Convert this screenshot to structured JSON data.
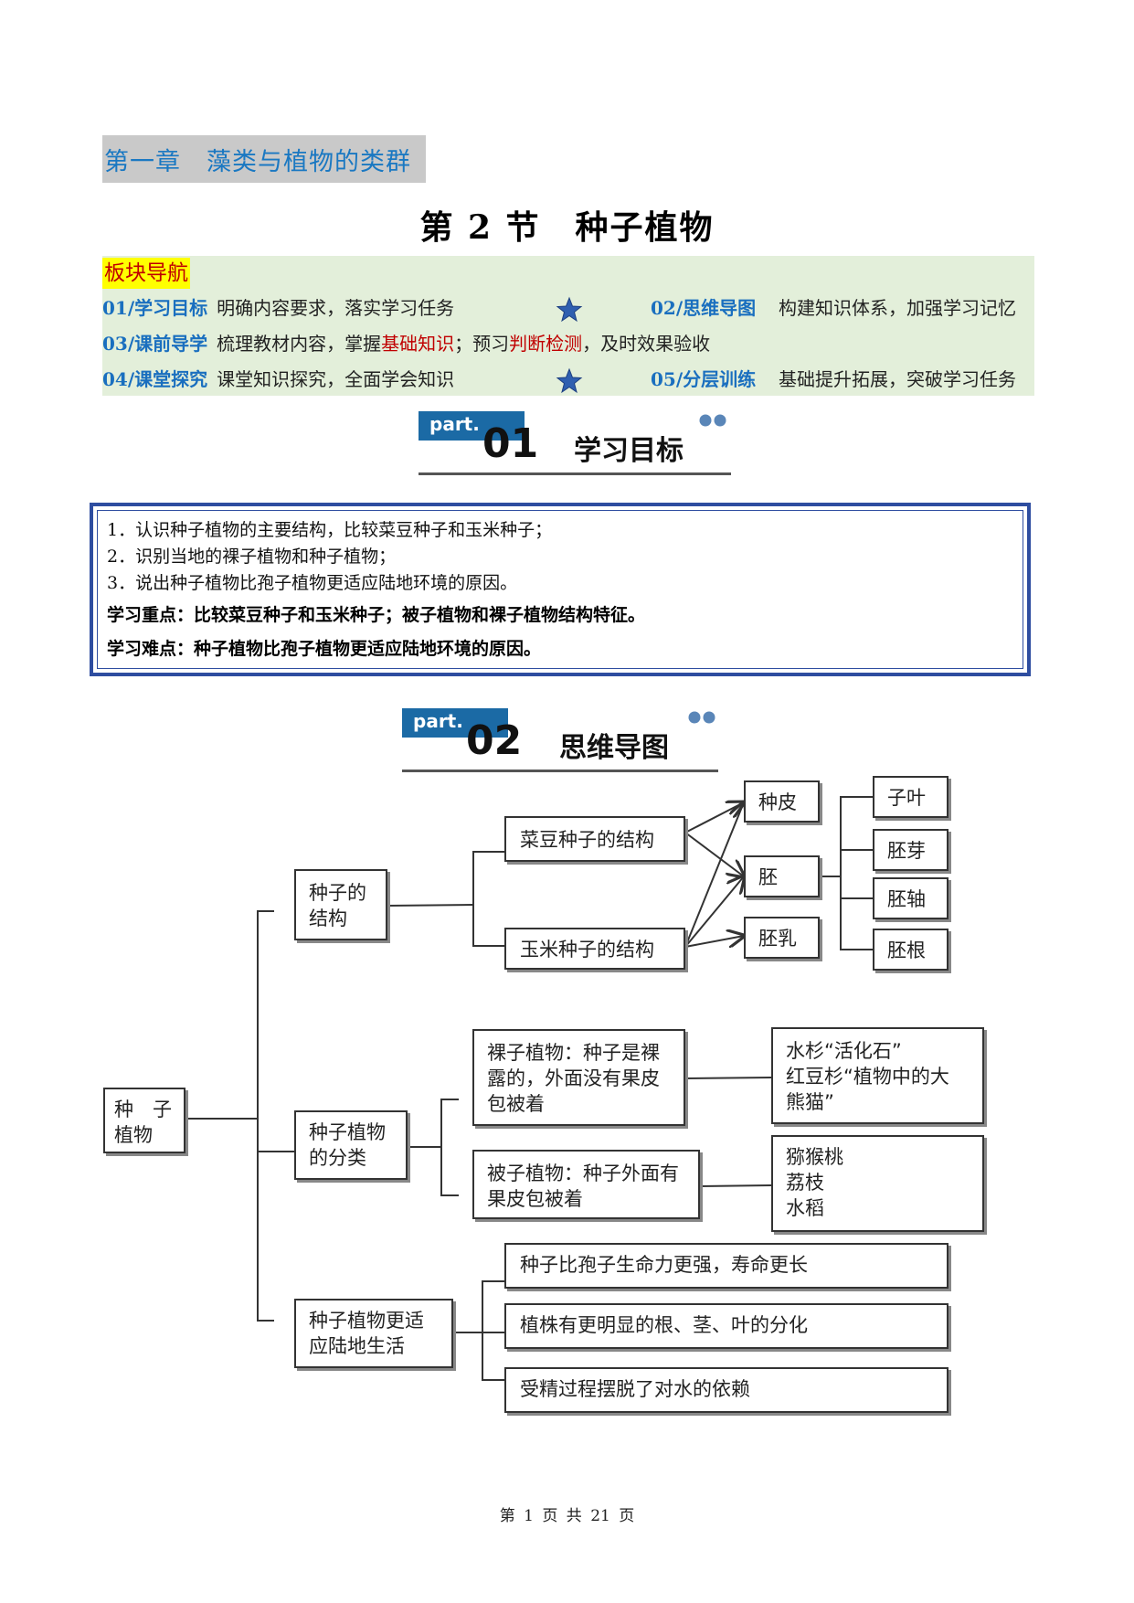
{
  "chapter": "第一章　藻类与植物的类群",
  "section_title": "第 2 节　种子植物",
  "nav": {
    "heading": "板块导航",
    "rows": [
      {
        "key": "01/学习目标",
        "desc": "明确内容要求，落实学习任务",
        "key2": "02/思维导图",
        "desc2": "构建知识体系，加强学习记忆"
      },
      {
        "key": "03/课前导学",
        "desc_a": "梳理教材内容，掌握",
        "desc_b": "基础知识",
        "desc_c": "；预习",
        "desc_d": "判断检测",
        "desc_e": "，及时效果验收"
      },
      {
        "key": "04/课堂探究",
        "desc": "课堂知识探究，全面学会知识",
        "key2": "05/分层训练",
        "desc2": "基础提升拓展，突破学习任务"
      }
    ],
    "star_icon": "star-icon"
  },
  "part1": {
    "tab": "part.",
    "num": "01",
    "name": "学习目标"
  },
  "part2": {
    "tab": "part.",
    "num": "02",
    "name": "思维导图"
  },
  "goals": {
    "items": [
      "1．认识种子植物的主要结构，比较菜豆种子和玉米种子；",
      "2．识别当地的裸子植物和种子植物；",
      "3．说出种子植物比孢子植物更适应陆地环境的原因。"
    ],
    "key_point": "学习重点：比较菜豆种子和玉米种子；被子植物和裸子植物结构特征。",
    "difficulty": "学习难点：种子植物比孢子植物更适应陆地环境的原因。"
  },
  "mindmap": {
    "root": [
      "种　子",
      "植物"
    ],
    "structure": [
      "种子的",
      "结构"
    ],
    "bean": "菜豆种子的结构",
    "corn": "玉米种子的结构",
    "seed_coat": "种皮",
    "embryo": "胚",
    "endosperm": "胚乳",
    "cotyledon": "子叶",
    "plumule": "胚芽",
    "hypocotyl": "胚轴",
    "radicle": "胚根",
    "classify": [
      "种子植物",
      "的分类"
    ],
    "gymno": [
      "裸子植物：种子是裸",
      "露的，外面没有果皮",
      "包被着"
    ],
    "gymno_examples": [
      "水杉“活化石”",
      "红豆杉“植物中的大",
      "熊猫”"
    ],
    "angio": [
      "被子植物：种子外面有",
      "果皮包被着"
    ],
    "angio_examples": [
      "猕猴桃",
      "荔枝",
      "水稻"
    ],
    "adapt": [
      "种子植物更适",
      "应陆地生活"
    ],
    "reasons": [
      "种子比孢子生命力更强，寿命更长",
      "植株有更明显的根、茎、叶的分化",
      "受精过程摆脱了对水的依赖"
    ]
  },
  "footer": "第 1 页 共 21 页"
}
